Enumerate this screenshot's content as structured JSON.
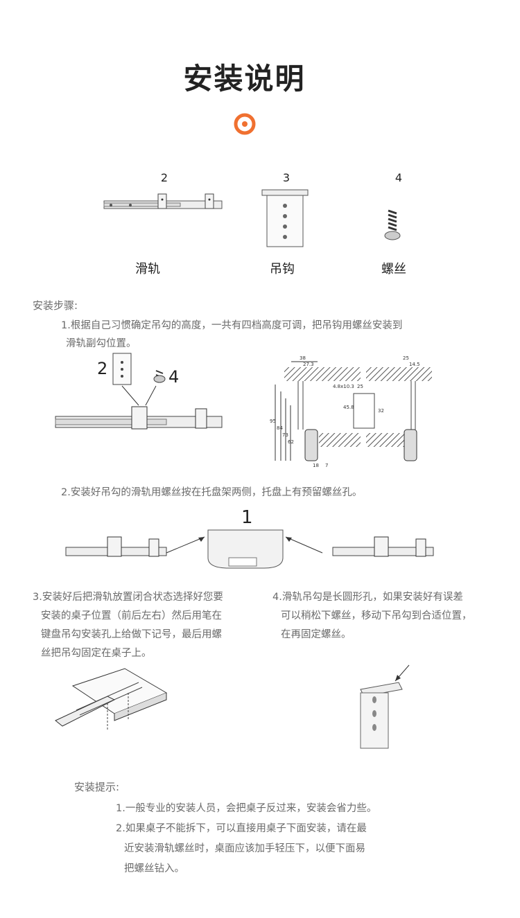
{
  "title": "安装说明",
  "accent_color": "#f07030",
  "parts": [
    {
      "number": "2",
      "label": "滑轨"
    },
    {
      "number": "3",
      "label": "吊钩"
    },
    {
      "number": "4",
      "label": "螺丝"
    }
  ],
  "steps_heading": "安装步骤:",
  "steps": {
    "step1": [
      "1.根据自己习惯确定吊勾的高度，一共有四档高度可调，把吊钩用螺丝安装到",
      "滑轨副勾位置。"
    ],
    "step1_callouts": [
      "2",
      "4"
    ],
    "step2": "2.安装好吊勾的滑轨用螺丝按在托盘架两侧，托盘上有预留螺丝孔。",
    "step2_callout": "1",
    "step3": [
      "3.安装好后把滑轨放置闭合状态选择好您要",
      "安装的桌子位置（前后左右）然后用笔在",
      "键盘吊勾安装孔上给做下记号，最后用螺",
      "丝把吊勾固定在桌子上。"
    ],
    "step4": [
      "4.滑轨吊勾是长圆形孔，如果安装好有误差",
      "可以稍松下螺丝，移动下吊勾到合适位置，",
      "在再固定螺丝。"
    ]
  },
  "dimensions": [
    "38",
    "27.3",
    "4.8x10.3",
    "25",
    "45.8",
    "32",
    "95",
    "84",
    "73",
    "62",
    "18",
    "7",
    "25",
    "14.5"
  ],
  "tips_heading": "安装提示:",
  "tips": [
    "1.一般专业的安装人员，会把桌子反过来，安装会省力些。",
    "2.如果桌子不能拆下，可以直接用桌子下面安装，请在最",
    "近安装滑轨螺丝时，桌面应该加手轻压下，以便下面易",
    "把螺丝钻入。"
  ]
}
